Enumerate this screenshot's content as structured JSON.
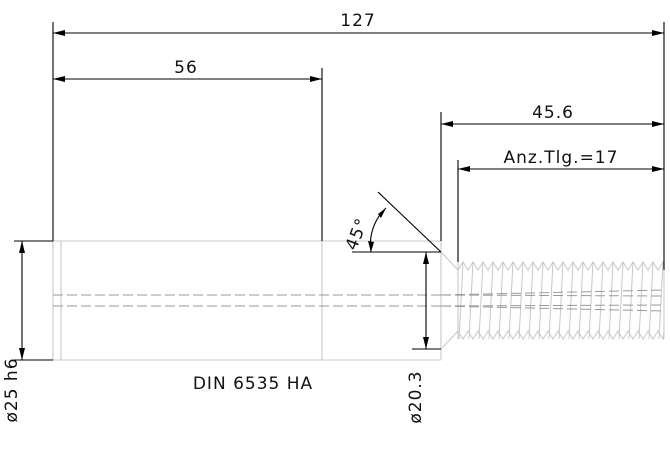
{
  "dimensions": {
    "overall_length": "127",
    "shank_length": "56",
    "cutting_length": "45.6",
    "teeth_count": "Anz.Tlg.=17",
    "chamfer_angle": "45°",
    "shank_diameter": "ø25 h6",
    "neck_diameter": "ø20.3"
  },
  "labels": {
    "standard": "DIN 6535 HA"
  }
}
